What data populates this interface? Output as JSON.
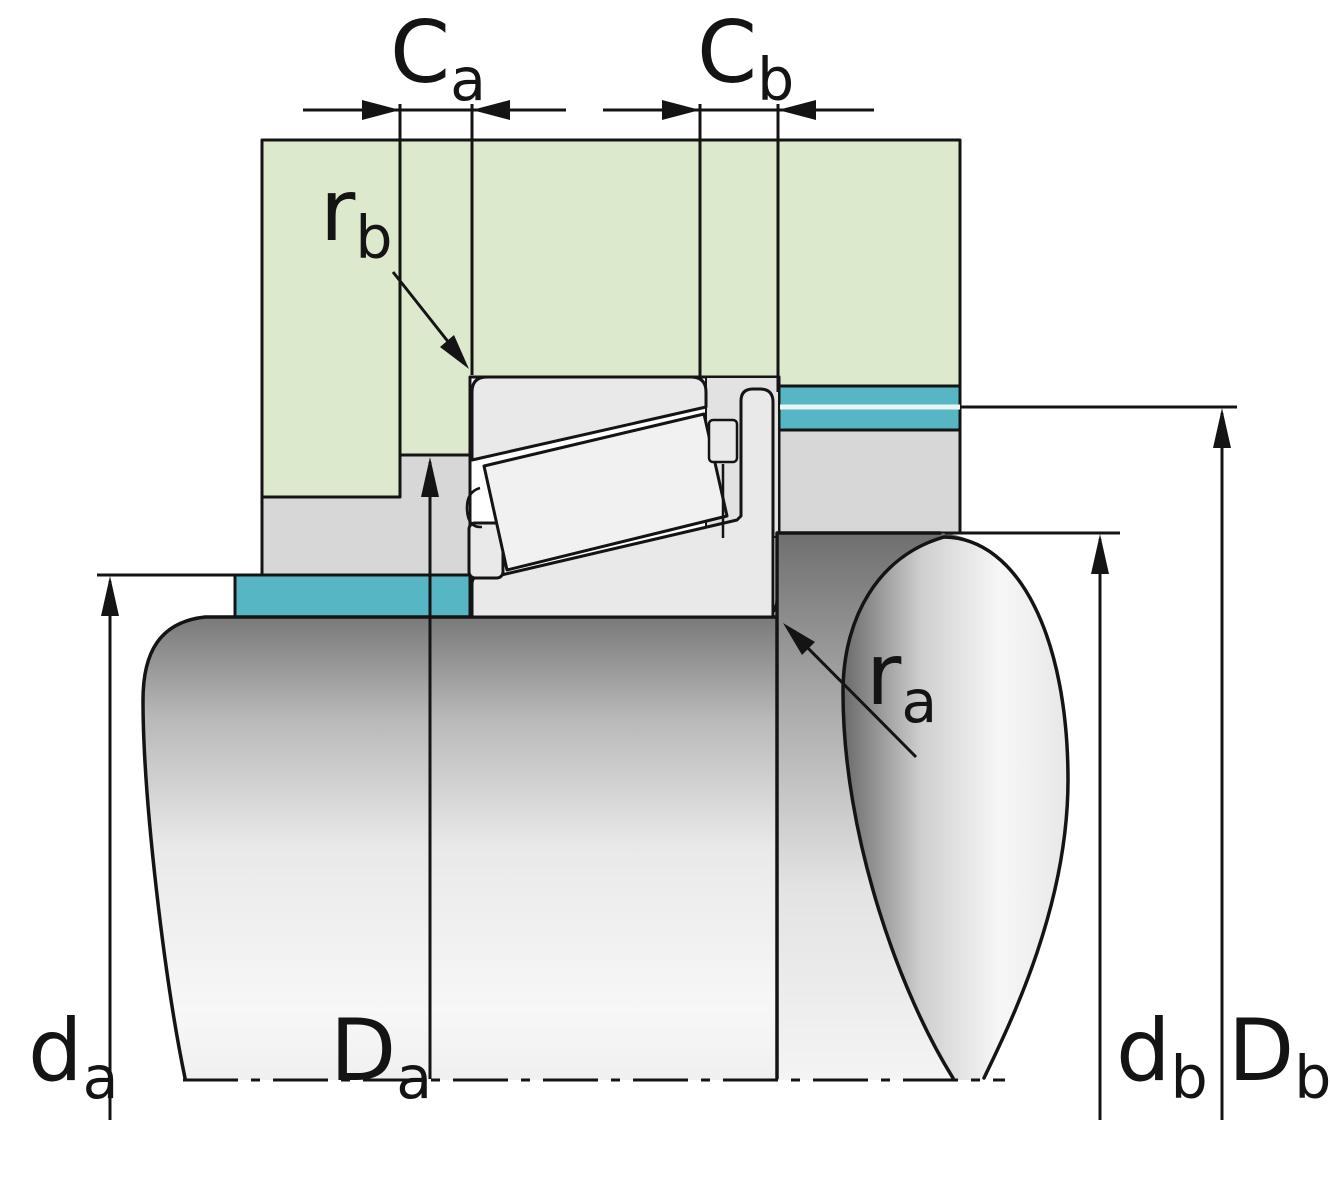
{
  "figure": {
    "type": "bearing-arrangement-cross-section",
    "colors": {
      "housing": "#dde9cc",
      "spacer": "#57b6c4",
      "component_gray": "#d7d7d7",
      "bearing_gray": "#e9e9e9",
      "roller_gray": "#f1f1f1",
      "outline": "#141414",
      "background": "#ffffff"
    },
    "dimensions": {
      "c_a": {
        "main": "C",
        "sub": "a"
      },
      "c_b": {
        "main": "C",
        "sub": "b"
      },
      "r_b": {
        "main": "r",
        "sub": "b"
      },
      "r_a": {
        "main": "r",
        "sub": "a"
      },
      "d_a": {
        "main": "d",
        "sub": "a"
      },
      "D_a": {
        "main": "D",
        "sub": "a"
      },
      "d_b": {
        "main": "d",
        "sub": "b"
      },
      "D_b": {
        "main": "D",
        "sub": "b"
      }
    }
  }
}
